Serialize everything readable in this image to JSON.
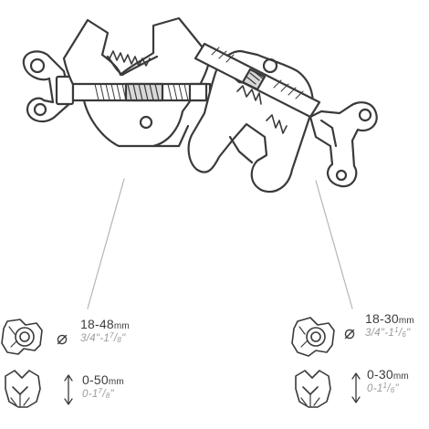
{
  "specs": {
    "left_diameter": {
      "range": "18-48",
      "unit": "mm",
      "imperial_prefix": "3/4\"-1",
      "imperial_num": "7",
      "imperial_den": "8",
      "imperial_suffix": "\""
    },
    "left_opening": {
      "range": "0-50",
      "unit": "mm",
      "imperial_prefix": "0-1",
      "imperial_num": "7",
      "imperial_den": "8",
      "imperial_suffix": "\""
    },
    "right_diameter": {
      "range": "18-30",
      "unit": "mm",
      "imperial_prefix": "3/4\"-1",
      "imperial_num": "1",
      "imperial_den": "6",
      "imperial_suffix": "\""
    },
    "right_opening": {
      "range": "0-30",
      "unit": "mm",
      "imperial_prefix": "0-1",
      "imperial_num": "1",
      "imperial_den": "6",
      "imperial_suffix": "\""
    }
  },
  "colors": {
    "outline": "#3a3a3a",
    "accent_gray": "#9a9a9a",
    "leader_line": "#b5b5b5"
  }
}
